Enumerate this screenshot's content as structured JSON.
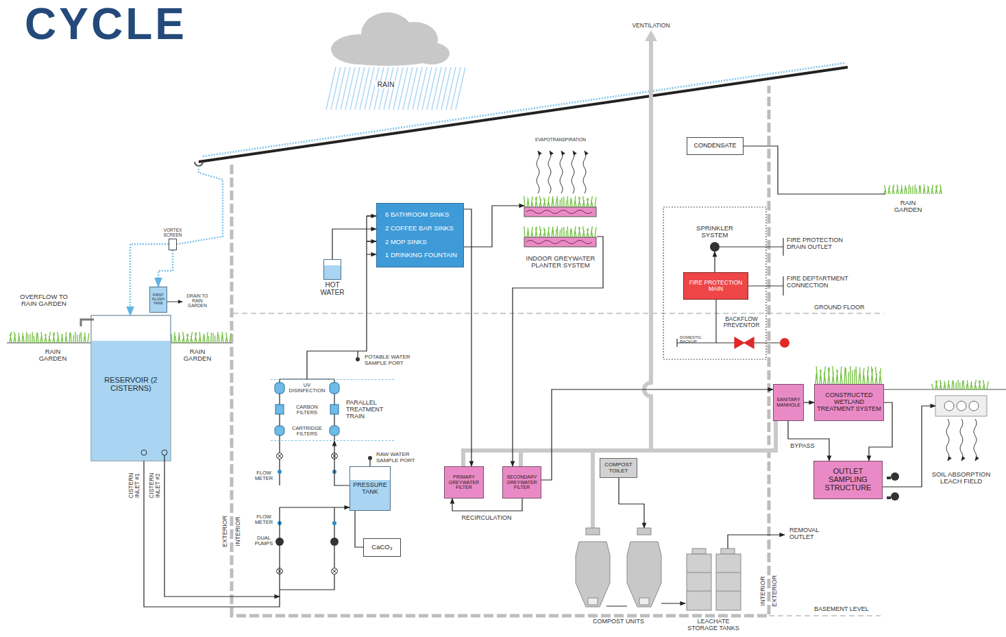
{
  "diagram": {
    "title": "CYCLE",
    "nodes": [
      {
        "text": [
          "VORTEX SCREEN"
        ]
      },
      {
        "text": [
          "FIRST FLUSH TANK"
        ]
      },
      {
        "text": [
          "RESERVOIR (2 CISTERNS)"
        ]
      },
      {
        "text": [
          "HOT WATER"
        ]
      },
      {
        "text": [
          "6 BATHROOM SINKS",
          "2 COFFEE BAR SINKS",
          "2 MOP SINKS",
          "1 DRINKING FOUNTAIN"
        ]
      },
      {
        "text": [
          "INDOOR GREYWATER PLANTER SYSTEM"
        ]
      },
      {
        "text": [
          "CONDENSATE"
        ]
      },
      {
        "text": [
          "SPRINKLER SYSTEM"
        ]
      },
      {
        "text": [
          "FIRE PROTECTION MAIN"
        ]
      },
      {
        "text": [
          "PARALLEL TREATMENT TRAIN"
        ]
      },
      {
        "text": [
          "PRESSURE TANK"
        ]
      },
      {
        "text": [
          "CaCO₃"
        ]
      },
      {
        "text": [
          "PRIMARY GREYWATER FILTER"
        ]
      },
      {
        "text": [
          "SECONDARY GREYWATER FILTER"
        ]
      },
      {
        "text": [
          "COMPOST TOILET"
        ]
      },
      {
        "text": [
          "SANITARY MANHOLE"
        ]
      },
      {
        "text": [
          "CONSTRUCTED WETLAND TREATMENT SYSTEM"
        ]
      },
      {
        "text": [
          "OUTLET SAMPLING STRUCTURE"
        ]
      },
      {
        "text": [
          "SOIL ABSORPTION LEACH FIELD"
        ]
      },
      {
        "text": [
          "COMPOST UNITS"
        ]
      },
      {
        "text": [
          "LEACHATE STORAGE TANKS"
        ]
      }
    ],
    "edges": [
      {
        "from": 0,
        "to": 2,
        "arrow": "to"
      },
      {
        "from": 0,
        "to": 1,
        "arrow": "to"
      },
      {
        "from": 2,
        "to": 10,
        "arrow": "to"
      },
      {
        "from": 10,
        "to": 9,
        "arrow": "to"
      },
      {
        "from": 9,
        "to": 4,
        "arrow": "to"
      },
      {
        "from": 3,
        "to": 4,
        "arrow": "to"
      },
      {
        "from": 4,
        "to": 12,
        "arrow": "to"
      },
      {
        "from": 4,
        "to": 5,
        "arrow": "to"
      },
      {
        "from": 5,
        "to": 13,
        "arrow": "to"
      },
      {
        "from": 13,
        "to": 12,
        "label": "RECIRCULATION",
        "arrow": "to"
      },
      {
        "from": 13,
        "to": 15,
        "arrow": "to"
      },
      {
        "from": 14,
        "to": 19,
        "arrow": "to"
      },
      {
        "from": 19,
        "to": 20,
        "arrow": "to"
      },
      {
        "from": 15,
        "to": 16,
        "arrow": "to"
      },
      {
        "from": 15,
        "to": 17,
        "label": "BYPASS",
        "arrow": "to"
      },
      {
        "from": 16,
        "to": 17,
        "arrow": "to"
      },
      {
        "from": 17,
        "to": 18,
        "arrow": "to"
      },
      {
        "from": 8,
        "to": 7,
        "arrow": "to"
      },
      {
        "from": 11,
        "to": 10,
        "arrow": "none"
      }
    ],
    "labels": [
      "VENTILATION",
      "RAIN",
      "OVERFLOW TO RAIN GARDEN",
      "RAIN GARDEN",
      "RAIN GARDEN",
      "DRAIN TO RAIN GARDEN",
      "CISTERN INLET #1",
      "CISTERN INLET #2",
      "EXTERIOR",
      "INTERIOR",
      "UV DISINFECTION",
      "CARBON FILTERS",
      "CARTRIDGE FILTERS",
      "POTABLE WATER SAMPLE PORT",
      "RAW WATER SAMPLE PORT",
      "FLOW METER",
      "FLOW METER",
      "DUAL PUMPS",
      "EVAPOTRANSPIRATION",
      "RAIN GARDEN",
      "FIRE PROTECTION DRAIN OUTLET",
      "FIRE DEPTARTMENT CONNECTION",
      "GROUND FLOOR",
      "BACKFLOW PREVENTOR",
      "DOMESTIC BACKUP",
      "REMOVAL OUTLET",
      "INTERIOR",
      "EXTERIOR",
      "BASEMENT LEVEL"
    ]
  }
}
